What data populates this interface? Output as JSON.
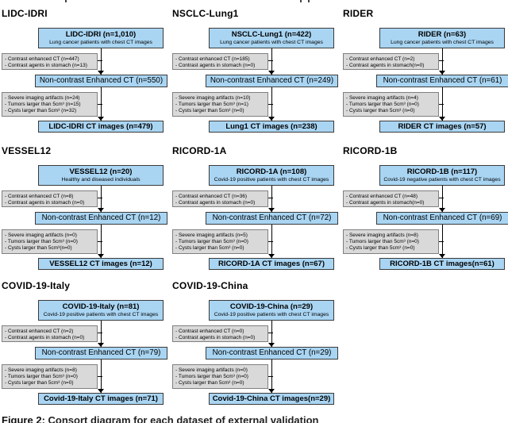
{
  "colors": {
    "box_blue": "#a9d5f3",
    "box_blue_border": "#3a3a3a",
    "box_gray": "#d9d9d9",
    "box_gray_border": "#7f7f7f",
    "arrow": "#000000"
  },
  "charts": [
    {
      "section": "LIDC-IDRI",
      "main": "LIDC-IDRI (n=1,010)",
      "subtitle": "Lung cancer patients with chest CT images",
      "exclusion1": [
        "- Contrast enhanced CT (n=447)",
        "- Contrast agents in stomach (n=13)"
      ],
      "mid": "Non-contrast Enhanced CT (n=550)",
      "exclusion2": [
        "- Severe imaging artifacts (n=24)",
        "- Tumors larger than 5cm³ (n=15)",
        "- Cysts larger than 5cm³ (n=32)"
      ],
      "final": "LIDC-IDRI CT images (n=479)"
    },
    {
      "section": "NSCLC-Lung1",
      "main": "NSCLC-Lung1 (n=422)",
      "subtitle": "Lung cancer patients with chest CT images",
      "exclusion1": [
        "- Contrast enhanced CT (n=185)",
        "- Contrast agents in stomach (n=0)"
      ],
      "mid": "Non-contrast Enhanced CT (n=249)",
      "exclusion2": [
        "- Severe imaging artifacts (n=10)",
        "- Tumors larger than 5cm³ (n=1)",
        "- Cysts larger than 5cm³ (n=0)"
      ],
      "final": "Lung1 CT images (n=238)"
    },
    {
      "section": "RIDER",
      "main": "RIDER (n=63)",
      "subtitle": "Lung cancer patients with chest CT images",
      "exclusion1": [
        "- Contrast enhanced CT (n=2)",
        "- Contrast agents in stomach(n=0)"
      ],
      "mid": "Non-contrast Enhanced CT (n=61)",
      "exclusion2": [
        "- Severe imaging artifacts (n=4)",
        "- Tumors larger than 5cm³ (n=0)",
        "- Cysts larger than 5cm³ (n=0)"
      ],
      "final": "RIDER CT images (n=57)"
    },
    {
      "section": "VESSEL12",
      "main": "VESSEL12 (n=20)",
      "subtitle": "Healthy and diseased individuals",
      "exclusion1": [
        "- Contrast enhanced CT (n=8)",
        "- Contrast agents in stomach (n=0)"
      ],
      "mid": "Non-contrast Enhanced CT (n=12)",
      "exclusion2": [
        "- Severe imaging artifacts (n=0)",
        "- Tumors larger than 5cm³ (n=0)",
        "- Cysts larger than 5cm³(n=0)"
      ],
      "final": "VESSEL12 CT images (n=12)"
    },
    {
      "section": "RICORD-1A",
      "main": "RICORD-1A (n=108)",
      "subtitle": "Covid-19 positive patients with chest CT images",
      "exclusion1": [
        "- Contrast enhanced CT (n=36)",
        "- Contrast agents in stomach (n=0)"
      ],
      "mid": "Non-contrast Enhanced CT (n=72)",
      "exclusion2": [
        "- Severe imaging artifacts (n=5)",
        "- Tumors larger than 5cm³ (n=0)",
        "- Cysts larger than 5cm³ (n=0)"
      ],
      "final": "RICORD-1A CT images (n=67)"
    },
    {
      "section": "RICORD-1B",
      "main": "RICORD-1B (n=117)",
      "subtitle": "Covid-19 negative patients with chest CT images",
      "exclusion1": [
        "- Contrast enhanced CT (n=48)",
        "- Contrast agents in stomach(n=0)"
      ],
      "mid": "Non-contrast Enhanced CT (n=69)",
      "exclusion2": [
        "- Severe imaging artifacts (n=8)",
        "- Tumors larger than 5cm³ (n=0)",
        "- Cysts larger than 5cm³ (n=0)"
      ],
      "final": "RICORD-1B CT images(n=61)"
    },
    {
      "section": "COVID-19-Italy",
      "main": "COVID-19-Italy (n=81)",
      "subtitle": "Covid-19 positive patients with chest CT images",
      "exclusion1": [
        "- Contrast enhanced CT (n=2)",
        "- Contrast agents in stomach (n=0)"
      ],
      "mid": "Non-contrast Enhanced CT (n=79)",
      "exclusion2": [
        "- Severe imaging artifacts (n=8)",
        "- Tumors larger than 5cm³ (n=0)",
        "- Cysts larger than 5cm³ (n=0)"
      ],
      "final": "Covid-19-Italy CT images (n=71)"
    },
    {
      "section": "COVID-19-China",
      "main": "COVID-19-China (n=29)",
      "subtitle": "Covid-19 positive patients with chest CT images",
      "exclusion1": [
        "- Contrast enhanced CT (n=0)",
        "- Contrast agents in stomach (n=0)"
      ],
      "mid": "Non-contrast Enhanced CT (n=29)",
      "exclusion2": [
        "- Severe imaging artifacts (n=0)",
        "- Tumors larger than 5cm³ (n=0)",
        "- Cysts larger than 5cm³ (n=0)"
      ],
      "final": "Covid-19-China CT images(n=29)"
    }
  ],
  "caption": {
    "label": "Figure 2:",
    "text": " Consort diagram for each dataset of external validation"
  }
}
